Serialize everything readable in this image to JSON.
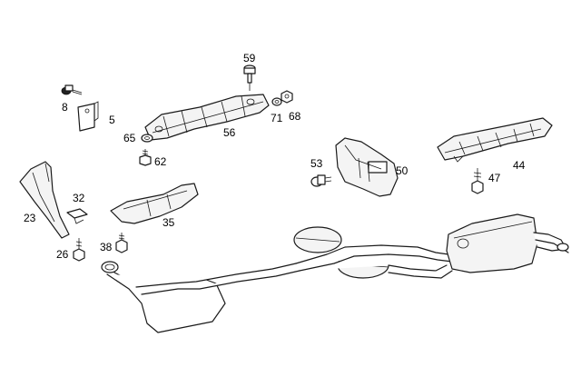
{
  "callouts": {
    "c8": "8",
    "c5": "5",
    "c59": "59",
    "c71": "71",
    "c68": "68",
    "c65": "65",
    "c56": "56",
    "c62": "62",
    "c53": "53",
    "c50": "50",
    "c44": "44",
    "c47": "47",
    "c32": "32",
    "c23": "23",
    "c35": "35",
    "c38": "38",
    "c26": "26"
  }
}
